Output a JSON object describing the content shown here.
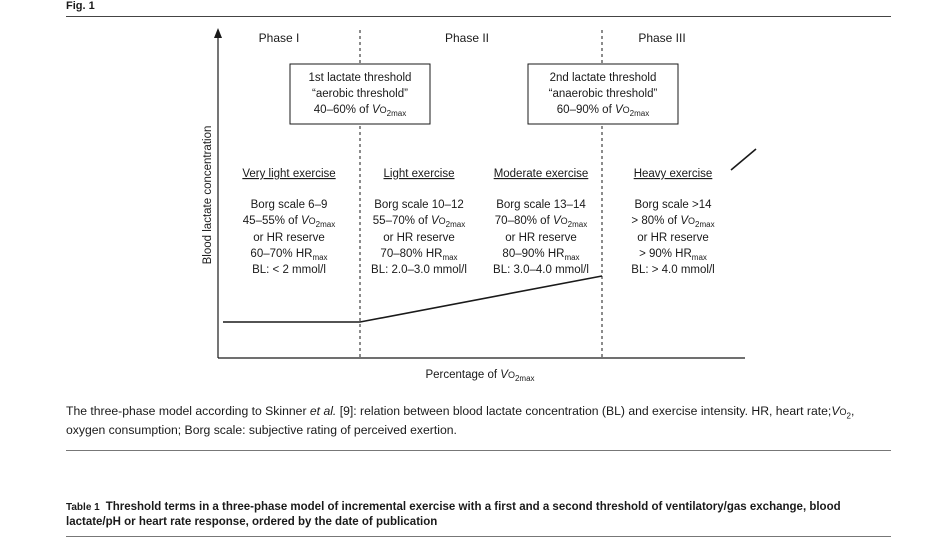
{
  "figure_label": "Fig. 1",
  "diagram": {
    "y_axis_label": "Blood lactate concentration",
    "x_axis_label_prefix": "Percentage of ",
    "x_axis_label_v": "V",
    "x_axis_label_o": "O",
    "x_axis_label_sub": "2max",
    "phases": [
      "Phase I",
      "Phase II",
      "Phase III"
    ],
    "thresholds": [
      {
        "title": "1st lactate threshold",
        "subtitle": "“aerobic threshold”",
        "range": "40–60% of ",
        "v": "V",
        "o": "O",
        "sub": "2max"
      },
      {
        "title": "2nd lactate threshold",
        "subtitle": "“anaerobic threshold”",
        "range": "60–90% of ",
        "v": "V",
        "o": "O",
        "sub": "2max"
      }
    ],
    "zones": [
      {
        "title": "Very light exercise",
        "borg": "Borg scale 6–9",
        "vo2": "45–55% of ",
        "hr_reserve": "or HR reserve",
        "hrmax": "60–70% HR",
        "bl": "BL: < 2 mmol/l"
      },
      {
        "title": "Light exercise",
        "borg": "Borg scale 10–12",
        "vo2": "55–70% of ",
        "hr_reserve": "or HR reserve",
        "hrmax": "70–80% HR",
        "bl": "BL: 2.0–3.0 mmol/l"
      },
      {
        "title": "Moderate exercise",
        "borg": "Borg scale 13–14",
        "vo2": "70–80% of ",
        "hr_reserve": "or HR reserve",
        "hrmax": "80–90% HR",
        "bl": "BL: 3.0–4.0 mmol/l"
      },
      {
        "title": "Heavy exercise",
        "borg": "Borg scale >14",
        "vo2": "> 80% of ",
        "hr_reserve": "or HR reserve",
        "hrmax": "> 90% HR",
        "bl": "BL: > 4.0 mmol/l"
      }
    ],
    "v_letter": "V",
    "o_letter": "O",
    "sub_2max": "2max",
    "sub_max": "max"
  },
  "caption": {
    "part1": "The three-phase model according to Skinner ",
    "italic": "et al.",
    "part2": " [9]: relation between blood lactate concentration (BL) and exercise intensity. HR, heart rate;",
    "vo2_v": "V",
    "vo2_o": "O",
    "vo2_sub": "2",
    "part3": ", oxygen consumption; Borg scale: subjective rating of perceived exertion."
  },
  "table_caption": {
    "label": "Table 1",
    "text": "Threshold terms in a three-phase model of incremental exercise with a first and a second threshold of ventilatory/gas exchange, blood lactate/pH or heart rate response, ordered by the date of publication"
  }
}
